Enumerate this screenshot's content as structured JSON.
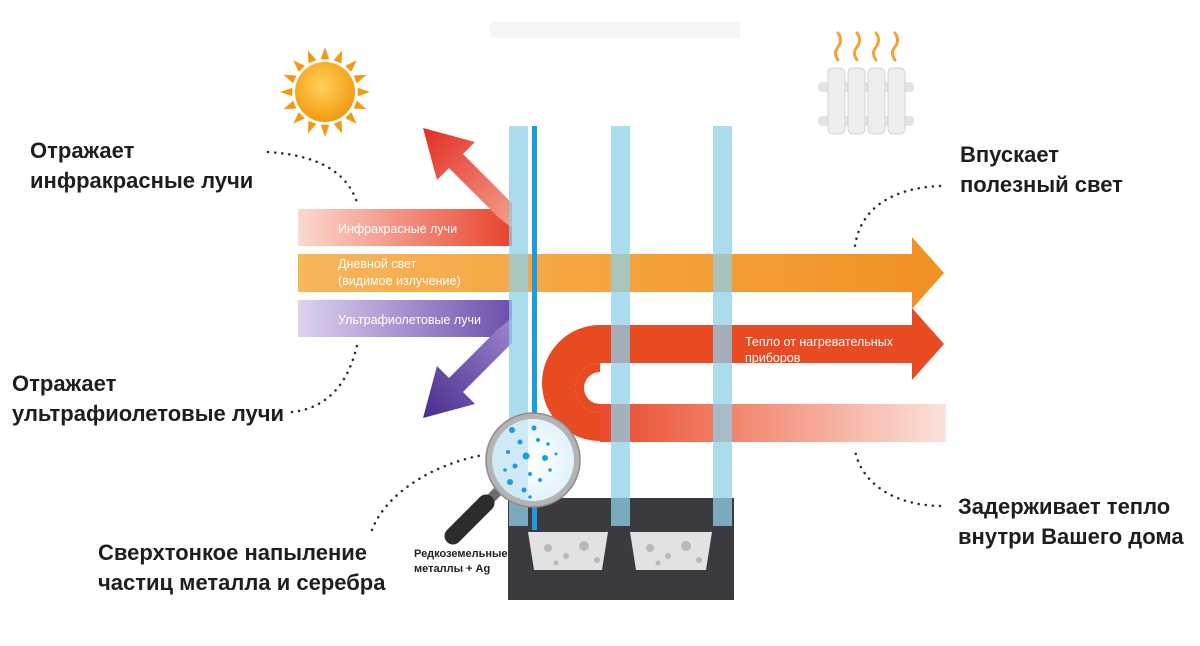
{
  "callouts": {
    "reflects_ir": {
      "line1": "Отражает",
      "line2": "инфракрасные лучи"
    },
    "reflects_uv": {
      "line1": "Отражает",
      "line2": "ультрафиолетовые лучи"
    },
    "coating": {
      "line1": "Сверхтонкое напыление",
      "line2": "частиц металла и серебра"
    },
    "admits_light": {
      "line1": "Впускает",
      "line2": "полезный свет"
    },
    "retains_heat": {
      "line1": "Задерживает тепло",
      "line2": "внутри Вашего дома"
    }
  },
  "bands": {
    "infrared": "Инфракрасные лучи",
    "daylight_line1": "Дневной свет",
    "daylight_line2": "(видимое излучение)",
    "ultraviolet": "Ультрафиолетовые лучи",
    "heat_line1": "Тепло от нагревательных",
    "heat_line2": "приборов"
  },
  "coating_label": {
    "line1": "Редкоземельные",
    "line2": "металлы + Ag"
  },
  "icons": [
    "sun-icon",
    "radiator-icon",
    "magnifier-icon"
  ],
  "colors": {
    "infrared": "#e8422a",
    "daylight": "#f0901e",
    "ultraviolet": "#6a4aa8",
    "heat": "#e84a22",
    "glass": "#7ecbe4",
    "coating": "#1b9ce0",
    "frame": "#3a3a3e"
  }
}
